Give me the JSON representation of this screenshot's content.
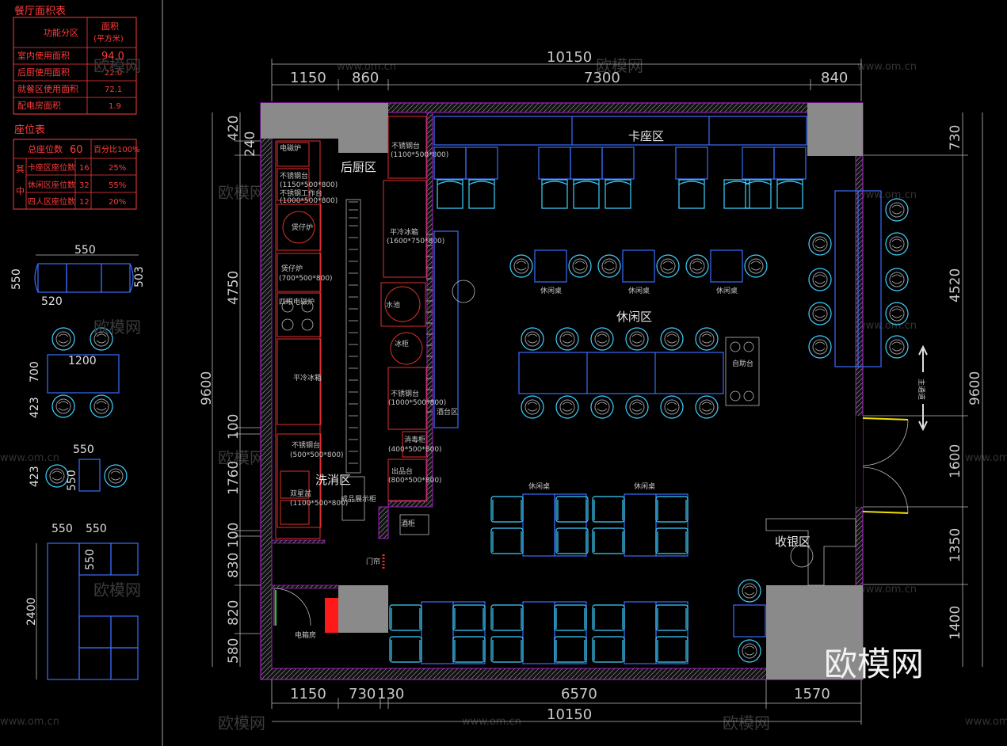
{
  "area_table": {
    "title": "餐厅面积表",
    "header_left": "功能分区",
    "header_right_1": "面积",
    "header_right_2": "(平方米)",
    "rows": [
      {
        "label": "室内使用面积",
        "value": "94.0"
      },
      {
        "label": "后厨使用面积",
        "value": "22.0"
      },
      {
        "label": "就餐区使用面积",
        "value": "72.1"
      },
      {
        "label": "配电房面积",
        "value": "1.9"
      }
    ]
  },
  "seat_table": {
    "title": "座位表",
    "total_label": "总座位数",
    "total_value": "60",
    "total_pct": "百分比100%",
    "side_label_1": "其",
    "side_label_2": "中",
    "rows": [
      {
        "label": "卡座区座位数",
        "value": "16",
        "pct": "25%"
      },
      {
        "label": "休闲区座位数",
        "value": "32",
        "pct": "55%"
      },
      {
        "label": "四人区座位数",
        "value": "12",
        "pct": "20%"
      }
    ]
  },
  "legend_dims": {
    "booth_w": "550",
    "booth_h": "550",
    "booth_r": "503",
    "booth_b": "520",
    "table_w": "1200",
    "table_h": "700",
    "table_gap": "423",
    "pair_w": "550",
    "pair_h": "550",
    "pair_gap": "423",
    "sofa_a": "550",
    "sofa_b": "550",
    "sofa_c": "550",
    "sofa_len": "2400"
  },
  "dims_top": {
    "total": "10150",
    "segments": [
      "1150",
      "860",
      "7300",
      "840"
    ]
  },
  "dims_bottom": {
    "total": "10150",
    "segments": [
      "1150",
      "730",
      "130",
      "6570",
      "1570"
    ]
  },
  "dims_left": {
    "total": "9600",
    "segments": [
      "420",
      "240",
      "4750",
      "100",
      "1760",
      "100",
      "830",
      "820",
      "580"
    ]
  },
  "dims_right": {
    "total": "9600",
    "segments": [
      "730",
      "4520",
      "1600",
      "1350",
      "1400"
    ]
  },
  "zones": {
    "kitchen": "后厨区",
    "booth": "卡座区",
    "leisure": "休闲区",
    "wash": "洗消区",
    "bar": "酒台区",
    "cashier": "收银区",
    "electric": "电箱房",
    "self_serve": "自助台",
    "main_entry": "主通道"
  },
  "kitchen_labels": [
    "不锈钢台",
    "(1150*500*800)",
    "不锈钢工作台",
    "(1000*500*800)",
    "电磁炉",
    "煲仔炉",
    "(700*500*800)",
    "四眼电磁炉",
    "平冷冰箱",
    "不锈钢台",
    "(500*500*800)",
    "双星盆",
    "(1100*500*800)",
    "平冷冰箱",
    "(1600*750*800)",
    "冰柜",
    "水池",
    "不锈钢台",
    "(1000*500*800)",
    "消毒柜",
    "(400*500*800)",
    "出品台",
    "(800*500*800)",
    "成品展示柜",
    "酒柜",
    "门帘"
  ],
  "table_labels": [
    "休闲桌",
    "休闲桌",
    "休闲桌",
    "休闲桌",
    "休闲桌"
  ],
  "watermarks": {
    "site": "www.om.cn",
    "brand": "欧模网",
    "logo": "欧模网"
  },
  "colors": {
    "wall": "#a020c0",
    "furniture": "#3fd0ff",
    "kitchen": "#e03030",
    "column": "#8a8a8a",
    "table_text": "#ff3b3b",
    "door": "#f0e000"
  }
}
